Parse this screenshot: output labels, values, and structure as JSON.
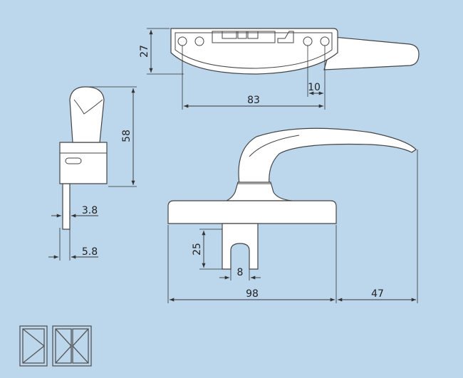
{
  "dimensions": {
    "top_height": "27",
    "top_width": "83",
    "top_hole_spacing": "10",
    "side_height": "58",
    "side_small": "3.8",
    "side_large": "5.8",
    "front_slot_depth": "25",
    "front_slot_width": "8",
    "front_base_width": "98",
    "front_handle_overhang": "47"
  },
  "colors": {
    "background": "#bcd6ec",
    "part_fill": "#ffffff",
    "line": "#444444"
  },
  "icons": [
    "single-sash-window-icon",
    "double-sash-window-icon"
  ]
}
